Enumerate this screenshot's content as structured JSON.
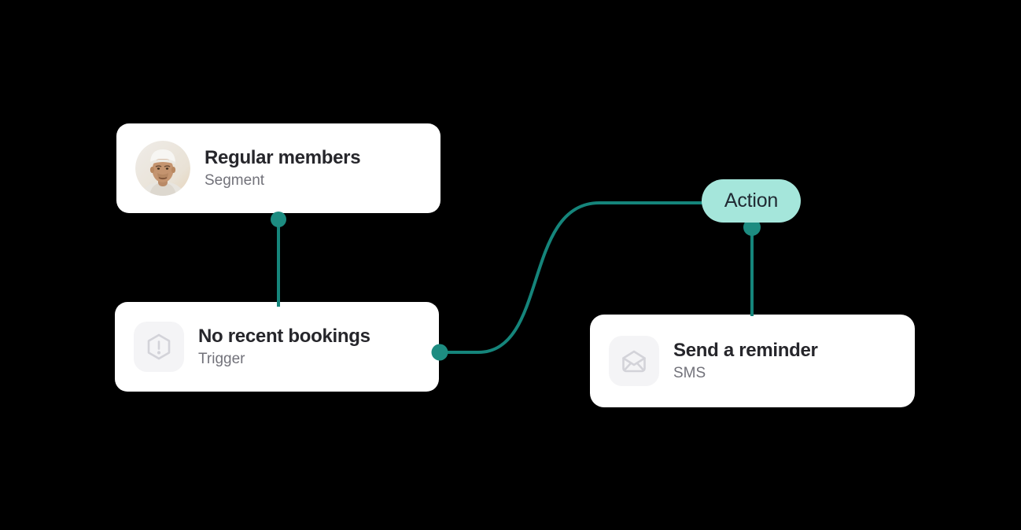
{
  "colors": {
    "background": "#000000",
    "card_bg": "#ffffff",
    "title_text": "#26262b",
    "subtitle_text": "#72727a",
    "connector": "#15857b",
    "connector_dot": "#1d8c81",
    "pill_bg": "#a5e6db",
    "pill_text": "#212a33",
    "icon_badge_bg": "#f4f4f6",
    "icon_stroke": "#d3d3d9"
  },
  "flow": {
    "segment_card": {
      "title": "Regular members",
      "subtitle": "Segment",
      "icon": "member-avatar-photo"
    },
    "trigger_card": {
      "title": "No recent bookings",
      "subtitle": "Trigger",
      "icon": "hexagon-alert-icon"
    },
    "action_badge": {
      "label": "Action"
    },
    "action_card": {
      "title": "Send a reminder",
      "subtitle": "SMS",
      "icon": "mail-open-icon"
    }
  }
}
